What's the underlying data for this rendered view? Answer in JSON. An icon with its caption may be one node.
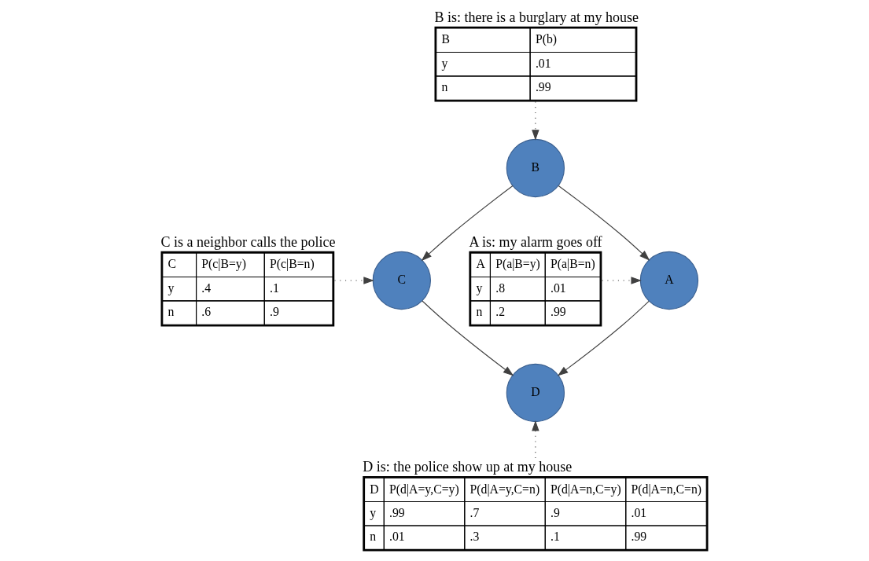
{
  "diagram": {
    "nodes": [
      {
        "text": [
          "B is: there is a burglary at my house",
          "B",
          "P(b)",
          "y",
          ".01",
          "n",
          ".99"
        ]
      },
      {
        "text": [
          "B"
        ]
      },
      {
        "text": [
          "A"
        ]
      },
      {
        "text": [
          "C"
        ]
      },
      {
        "text": [
          "A is: my alarm goes off",
          "A",
          "P(a|B=y)",
          "P(a|B=n)",
          "y",
          ".8",
          ".01",
          "n",
          ".2",
          ".99"
        ]
      },
      {
        "text": [
          "C is a neighbor calls the police",
          "C",
          "P(c|B=y)",
          "P(c|B=n)",
          "y",
          ".4",
          ".1",
          "n",
          ".6",
          ".9"
        ]
      },
      {
        "text": [
          "D"
        ]
      },
      {
        "text": [
          "D is: the police show up at my house",
          "D",
          "P(d|A=y,C=y)",
          "P(d|A=y,C=n)",
          "P(d|A=n,C=y)",
          "P(d|A=n,C=n)",
          "y",
          ".99",
          ".7",
          ".9",
          ".01",
          "n",
          ".01",
          ".3",
          ".1",
          ".99"
        ]
      }
    ],
    "edges": [
      {
        "from": 0,
        "to": 1,
        "arrow": "to",
        "style": "dashed"
      },
      {
        "from": 1,
        "to": 2,
        "arrow": "to"
      },
      {
        "from": 1,
        "to": 3,
        "arrow": "to"
      },
      {
        "from": 4,
        "to": 2,
        "arrow": "to",
        "style": "dashed"
      },
      {
        "from": 5,
        "to": 3,
        "arrow": "to",
        "style": "dashed"
      },
      {
        "from": 2,
        "to": 6,
        "arrow": "to"
      },
      {
        "from": 3,
        "to": 6,
        "arrow": "to"
      },
      {
        "from": 7,
        "to": 6,
        "arrow": "to",
        "style": "dashed"
      }
    ]
  }
}
